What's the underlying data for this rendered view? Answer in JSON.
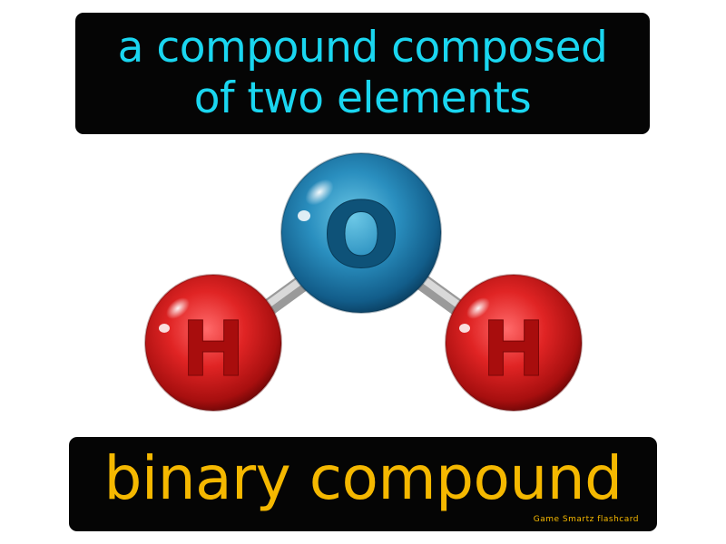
{
  "definition": {
    "line1": "a compound composed",
    "line2": "of two elements"
  },
  "term": "binary compound",
  "brand": "Game  Smartz  flashcard",
  "molecule": {
    "center_atom": "O",
    "left_atom": "H",
    "right_atom": "H"
  },
  "colors": {
    "definition_text": "#1ad6f0",
    "term_text": "#f5b800",
    "brand_text": "#f5b800",
    "box_background": "#050505",
    "oxygen": "#1a6f9e",
    "hydrogen": "#d01a1a",
    "bond": "#bfbfbf"
  }
}
